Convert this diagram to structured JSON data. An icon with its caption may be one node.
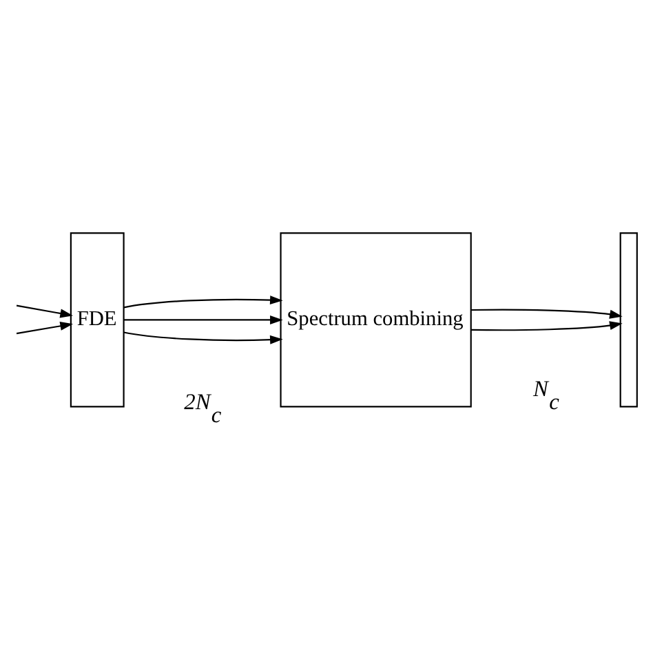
{
  "diagram": {
    "nodes": [
      {
        "text": [
          "FDE"
        ]
      },
      {
        "text": [
          "Spectrum combining"
        ]
      },
      {
        "text": [],
        "shape": "box"
      }
    ],
    "edges": [
      {
        "from": null,
        "to": 0,
        "arrow": "to"
      },
      {
        "from": null,
        "to": 0,
        "arrow": "to"
      },
      {
        "from": 0,
        "to": 1,
        "arrow": "to"
      },
      {
        "from": 0,
        "to": 1,
        "arrow": "to"
      },
      {
        "from": 0,
        "to": 1,
        "arrow": "to"
      },
      {
        "from": 1,
        "to": 2,
        "arrow": "to"
      },
      {
        "from": 1,
        "to": 2,
        "arrow": "to"
      }
    ],
    "labels": [
      "2N$_{c}$",
      "N$_{c}$"
    ]
  }
}
